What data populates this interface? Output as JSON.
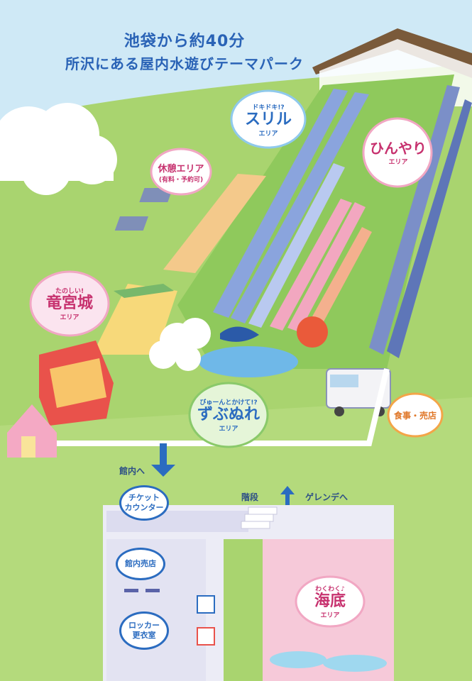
{
  "title": {
    "line1": "池袋から約40分",
    "line2": "所沢にある屋内水遊びテーマパーク"
  },
  "areas": {
    "thrill": {
      "sub": "ドキドキ!?",
      "name": "スリル",
      "tag": "エリア"
    },
    "hinyari": {
      "name": "ひんやり",
      "tag": "エリア"
    },
    "kyuukei": {
      "name": "休憩エリア",
      "sub": "(有料・予約可)"
    },
    "ryuuguujou": {
      "sub": "たのしい!",
      "name": "竜宮城",
      "tag": "エリア"
    },
    "zubunure": {
      "sub": "びゅーんとかけて!?",
      "name": "ずぶぬれ",
      "tag": "エリア"
    },
    "shokuji": {
      "name": "食事・売店"
    },
    "kaitei": {
      "sub": "わくわく♪",
      "name": "海底",
      "tag": "エリア"
    }
  },
  "indoor": {
    "to_inside": "館内へ",
    "ticket": {
      "line1": "チケット",
      "line2": "カウンター"
    },
    "stairs": "階段",
    "to_slope": "ゲレンデへ",
    "shop": "館内売店",
    "locker": {
      "line1": "ロッカー",
      "line2": "更衣室"
    }
  },
  "colors": {
    "grass": "#a9d46f",
    "slope": "#8fc95c",
    "accent_blue": "#2b6cc0",
    "floor": "#ececf6",
    "sea_pink": "#f6c9d9"
  }
}
